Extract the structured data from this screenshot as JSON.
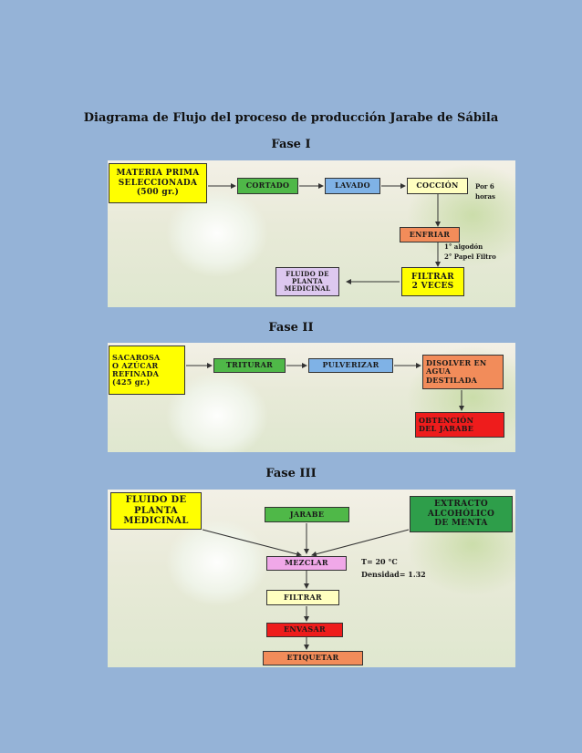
{
  "heading": "Diagrama de Flujo del proceso de producción Jarabe de Sábila",
  "fase1": {
    "title": "Fase I",
    "materia_prima": "MATERIA PRIMA\nSELECCIONADA\n(500 gr.)",
    "cortado": "CORTADO",
    "lavado": "LAVADO",
    "coccion": "COCCIÓN",
    "coccion_note": "Por 6 horas",
    "enfriar": "ENFRIAR",
    "filtro_notes": "1° algodón\n2° Papel Filtro",
    "filtrar": "FILTRAR\n2 VECES",
    "fluido": "FLUIDO DE\nPLANTA\nMEDICINAL"
  },
  "fase2": {
    "title": "Fase II",
    "sacarosa": "SACAROSA\nO AZÚCAR\nREFINADA\n(425 gr.)",
    "triturar": "TRITURAR",
    "pulverizar": "PULVERIZAR",
    "disolver": "DISOLVER EN\nAGUA\nDESTILADA",
    "obtencion": "OBTENCIÓN\nDEL JARABE"
  },
  "fase3": {
    "title": "Fase III",
    "fluido": "FLUIDO DE\nPLANTA\nMEDICINAL",
    "jarabe": "JARABE",
    "extracto": "EXTRACTO\nALCOHÓLICO\nDE MENTA",
    "mezclar": "MEZCLAR",
    "mezclar_notes": "T= 20 °C\nDensidad= 1.32",
    "filtrar": "FILTRAR",
    "envasar": "ENVASAR",
    "etiquetar": "ETIQUETAR"
  },
  "colors": {
    "yellow": "#ffff00",
    "green": "#4fb848",
    "blue": "#7fb2e6",
    "salmon": "#f28c5a",
    "lavender": "#ddc8ef",
    "pink": "#f0a8e8",
    "red": "#ee1c1c",
    "light_yellow": "#ffffc0",
    "dark_green": "#2e9e4a"
  }
}
